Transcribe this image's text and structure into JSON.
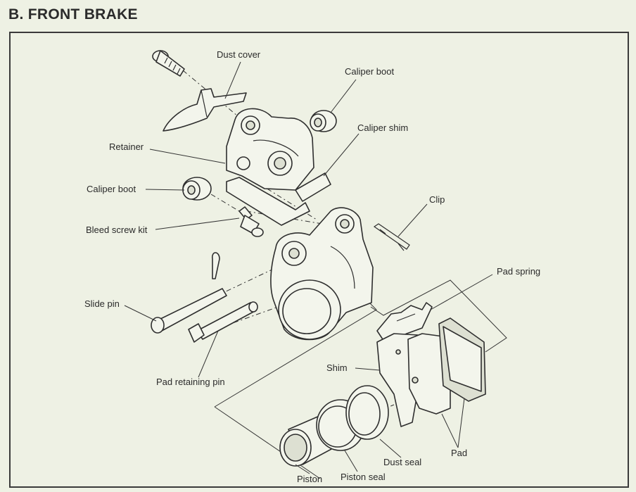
{
  "title": "B.  FRONT BRAKE",
  "labels": {
    "dust_cover": "Dust cover",
    "caliper_boot_top": "Caliper boot",
    "caliper_shim": "Caliper shim",
    "retainer": "Retainer",
    "caliper_boot_left": "Caliper boot",
    "clip": "Clip",
    "bleed_screw_kit": "Bleed screw kit",
    "pad_spring": "Pad spring",
    "slide_pin": "Slide pin",
    "shim": "Shim",
    "pad_retaining_pin": "Pad retaining pin",
    "pad": "Pad",
    "dust_seal": "Dust seal",
    "piston_seal": "Piston seal",
    "piston": "Piston"
  },
  "colors": {
    "paper": "#eef1e4",
    "ink": "#2e2e2e"
  }
}
